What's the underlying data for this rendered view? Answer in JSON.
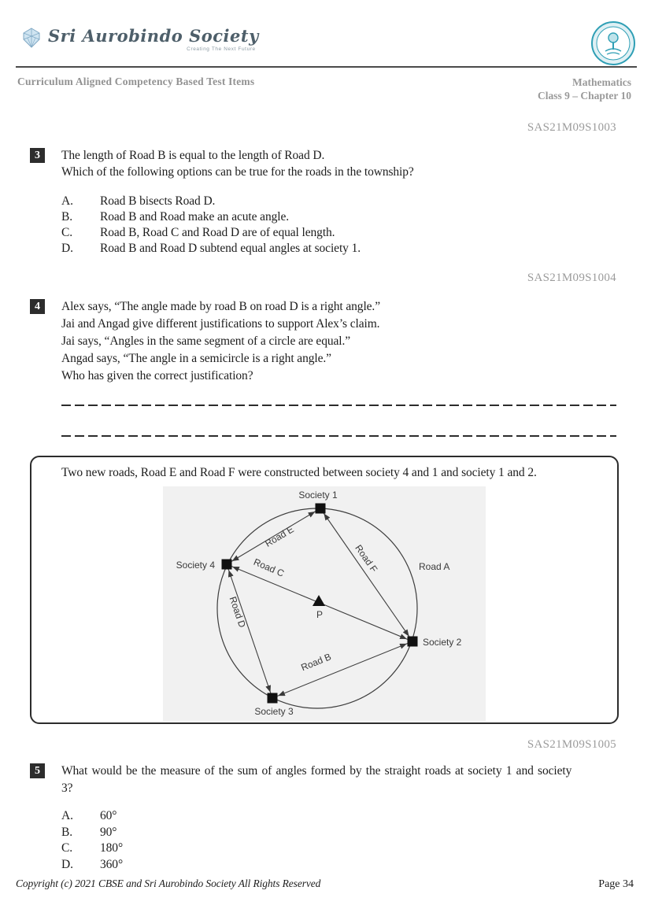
{
  "header": {
    "brand": "Sri Aurobindo Society",
    "tagline": "Creating The Next Future",
    "category": "Curriculum Aligned Competency Based Test Items",
    "subject": "Mathematics",
    "chapter": "Class 9 – Chapter 10"
  },
  "questions": [
    {
      "code": "SAS21M09S1003",
      "number": "3",
      "lines": [
        "The length of Road B is equal to the length of Road D.",
        "Which of the following options can be true for the roads in the township?"
      ],
      "options": [
        {
          "letter": "A.",
          "text": "Road B bisects Road D."
        },
        {
          "letter": "B.",
          "text": "Road B and Road make an acute angle."
        },
        {
          "letter": "C.",
          "text": "Road B, Road C and Road D are of equal length."
        },
        {
          "letter": "D.",
          "text": "Road B and Road D subtend equal angles at society 1."
        }
      ]
    },
    {
      "code": "SAS21M09S1004",
      "number": "4",
      "lines": [
        "Alex says, “The angle made by road B on road D is a right angle.”",
        "Jai and Angad give different justifications to support Alex’s claim.",
        "Jai says, “Angles in the same segment of a circle are equal.”",
        "Angad says, “The angle in a semicircle is a right angle.”",
        "Who has given the correct justification?"
      ],
      "answer_blanks": 2
    },
    {
      "code": "SAS21M09S1005",
      "number": "5",
      "lines": [
        "What would be the measure of the sum of angles formed by the straight roads at society 1 and society",
        "3?"
      ],
      "options": [
        {
          "letter": "A.",
          "text": "60°"
        },
        {
          "letter": "B.",
          "text": "90°"
        },
        {
          "letter": "C.",
          "text": "180°"
        },
        {
          "letter": "D.",
          "text": "360°"
        }
      ]
    }
  ],
  "figure": {
    "caption": "Two new roads, Road E and Road F were constructed between society 4 and 1 and society 1 and 2.",
    "diagram": {
      "society1": "Society 1",
      "society2": "Society 2",
      "society3": "Society 3",
      "society4": "Society 4",
      "point_p": "P",
      "road_a": "Road A",
      "road_b": "Road B",
      "road_c": "Road C",
      "road_d": "Road D",
      "road_e": "Road E",
      "road_f": "Road F"
    }
  },
  "footer": {
    "copyright": "Copyright (c) 2021 CBSE and Sri Aurobindo Society All Rights Reserved",
    "page": "Page 34"
  },
  "colors": {
    "emblem_teal": "#2f9fb5",
    "badge_bg": "#2d2d2d",
    "header_gray": "#929292"
  }
}
